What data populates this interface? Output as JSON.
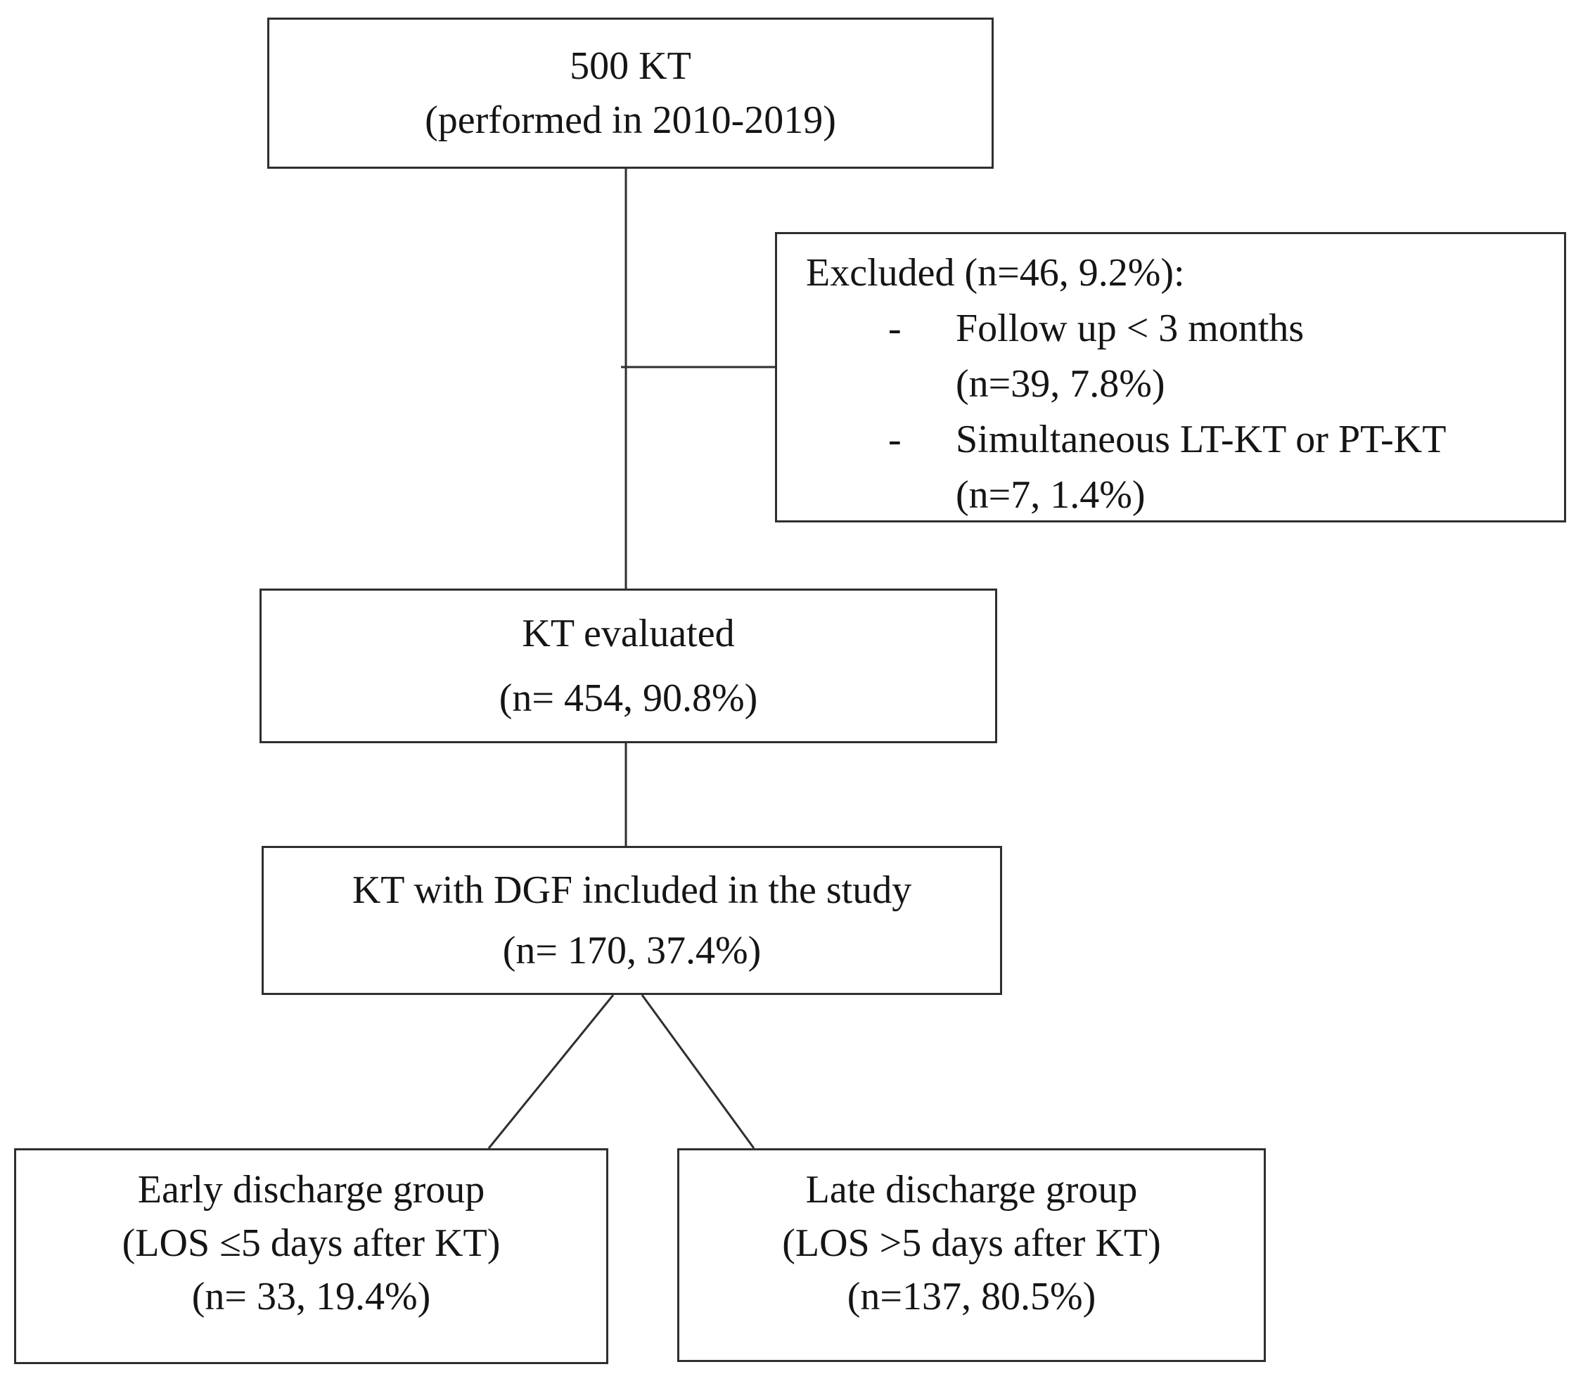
{
  "figure": {
    "background": "#ffffff",
    "border_color": "#2f2f2f",
    "line_color": "#2f2f2f",
    "text_color": "#151515"
  },
  "boxes": {
    "total": {
      "line1": "500 KT",
      "line2": "(performed in 2010-2019)"
    },
    "excluded": {
      "header": "Excluded (n=46, 9.2%):",
      "items": [
        {
          "bullet": "-",
          "text": "Follow up < 3 months",
          "count": "(n=39, 7.8%)"
        },
        {
          "bullet": "-",
          "text": "Simultaneous LT-KT or PT-KT",
          "count": "(n=7, 1.4%)"
        }
      ]
    },
    "evaluated": {
      "line1": "KT evaluated",
      "line2": "(n= 454, 90.8%)"
    },
    "included": {
      "line1": "KT with DGF included in the study",
      "line2": "(n= 170, 37.4%)"
    },
    "early": {
      "line1": "Early discharge group",
      "line2": "(LOS ≤5 days after KT)",
      "line3": "(n= 33, 19.4%)"
    },
    "late": {
      "line1": "Late discharge group",
      "line2": "(LOS >5 days after KT)",
      "line3": "(n=137, 80.5%)"
    }
  }
}
